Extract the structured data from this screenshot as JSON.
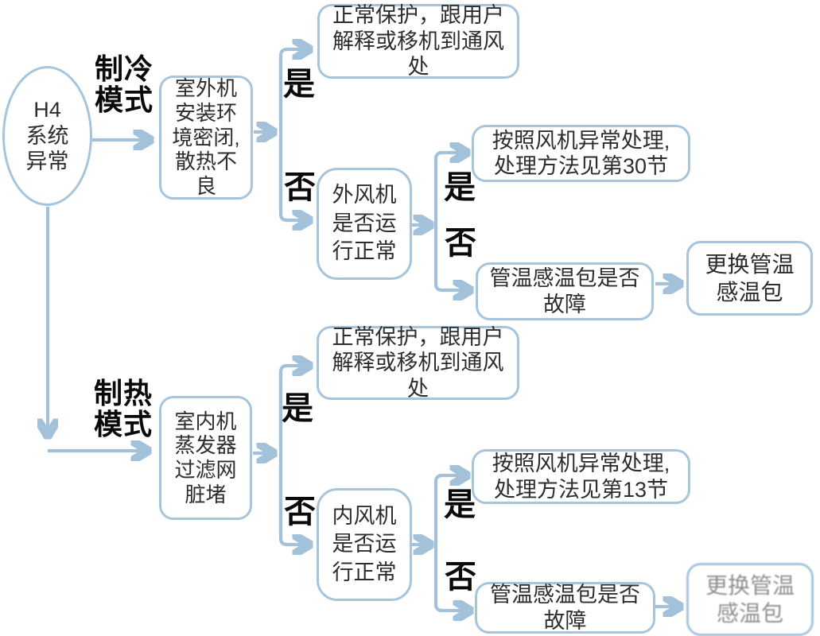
{
  "colors": {
    "connector_line": "#a3c2da",
    "arrowhead": "#6fa0cb",
    "node_border": "#a6c4dc",
    "node_text": "#2d2d2d",
    "bold_label_text": "#0a0a0a",
    "faded_node_text": "#8f8f8f",
    "background": "#ffffff"
  },
  "labels": {
    "yes": "是",
    "no": "否",
    "cooling_mode": "制冷\n模式",
    "heating_mode": "制热\n模式"
  },
  "nodes": {
    "root": "H4\n系统\n异常",
    "outdoor_env": "室外机\n安装环\n境密闭,\n散热不\n良",
    "normal_protect_cooling": "正常保护，跟用户\n解释或移机到通风\n处",
    "outdoor_fan_check": "外风机\n是否运\n行正常",
    "fan_abnormal_sec30": "按照风机异常处理,\n处理方法见第30节",
    "pipe_sensor_check_cooling": "管温感温包是否\n故障",
    "replace_pipe_sensor_cooling": "更换管温\n感温包",
    "indoor_filter": "室内机\n蒸发器\n过滤网\n脏堵",
    "normal_protect_heating": "正常保护，跟用户\n解释或移机到通风\n处",
    "indoor_fan_check": "内风机\n是否运\n行正常",
    "fan_abnormal_sec13": "按照风机异常处理,\n处理方法见第13节",
    "pipe_sensor_check_heating": "管温感温包是否\n故障",
    "replace_pipe_sensor_heating": "更换管温\n感温包"
  }
}
